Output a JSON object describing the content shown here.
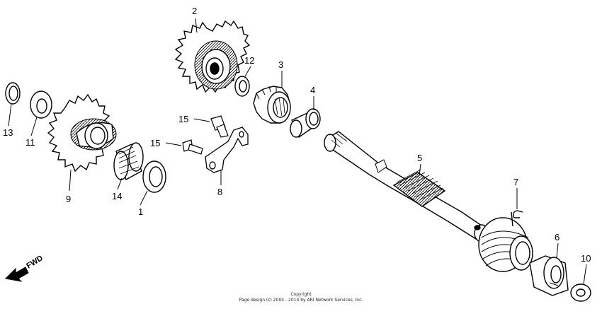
{
  "callouts": [
    "1",
    "2",
    "3",
    "4",
    "5",
    "6",
    "7",
    "8",
    "9",
    "10",
    "11",
    "12",
    "13",
    "14",
    "15",
    "15"
  ],
  "fwd_label": "FWD",
  "copyright": {
    "line1": "Copyright",
    "line2": "Page design (c) 2004 - 2014 by ARI Network Services, Inc."
  }
}
